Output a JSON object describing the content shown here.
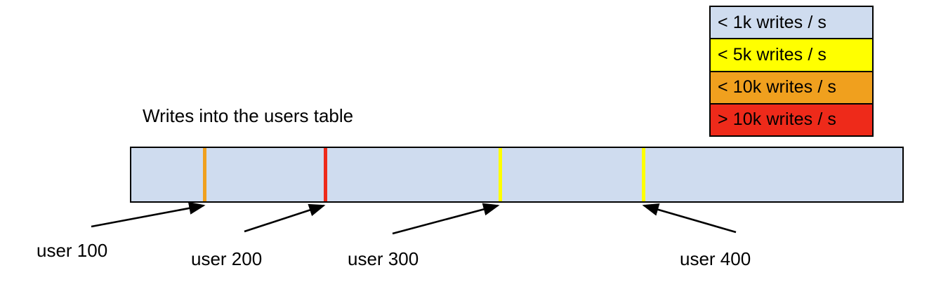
{
  "chart_data": {
    "type": "bar",
    "title": "Writes into the users table",
    "subtitle": "",
    "xlabel": "",
    "ylabel": "",
    "orientation": "horizontal",
    "description": "A single horizontal range bar representing the users table keyspace, shaded by write rate, with four hot-spot marker stripes annotated by user id.",
    "legend": {
      "position": "top-right",
      "entries": [
        {
          "label": "< 1k writes / s",
          "color": "#cfdcef"
        },
        {
          "label": "< 5k writes / s",
          "color": "#ffff00"
        },
        {
          "label": "< 10k writes / s",
          "color": "#f0a01e"
        },
        {
          "label": "> 10k writes / s",
          "color": "#ee2a1a"
        }
      ]
    },
    "bar": {
      "background_color": "#cfdcef",
      "background_legend": "< 1k writes / s",
      "border_color": "#000000"
    },
    "markers": [
      {
        "label": "user 100",
        "position_pct": 9.6,
        "color": "#f0a01e",
        "legend": "< 10k writes / s"
      },
      {
        "label": "user 200",
        "position_pct": 25.1,
        "color": "#ee2a1a",
        "legend": "> 10k writes / s"
      },
      {
        "label": "user 300",
        "position_pct": 47.7,
        "color": "#ffff00",
        "legend": "< 5k writes / s"
      },
      {
        "label": "user 400",
        "position_pct": 66.2,
        "color": "#ffff00",
        "legend": "< 5k writes / s"
      }
    ]
  },
  "legend": {
    "entries": [
      {
        "label": "< 1k writes / s"
      },
      {
        "label": "< 5k writes / s"
      },
      {
        "label": "< 10k writes / s"
      },
      {
        "label": "> 10k writes / s"
      }
    ]
  },
  "title": {
    "text": "Writes into the users table"
  },
  "labels": {
    "user_100": "user 100",
    "user_200": "user 200",
    "user_300": "user 300",
    "user_400": "user 400"
  },
  "colors": {
    "light_blue": "#cfdcef",
    "yellow": "#ffff00",
    "orange": "#f0a01e",
    "red": "#ee2a1a",
    "outline": "#000000",
    "background": "#ffffff"
  }
}
